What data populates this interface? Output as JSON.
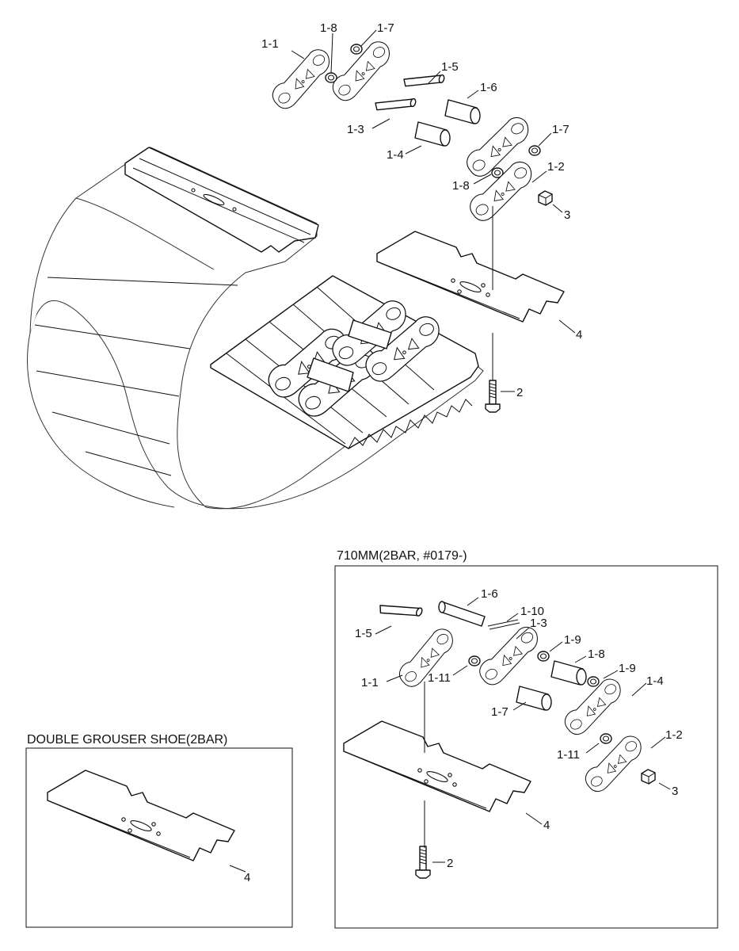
{
  "main_labels": [
    "1-1",
    "1-8",
    "1-7",
    "1-5",
    "1-6",
    "1-3",
    "1-4",
    "1-7",
    "1-8",
    "1-2",
    "3",
    "4",
    "2"
  ],
  "box_710": {
    "title": "710MM(2BAR, #0179-)",
    "labels": [
      "1-6",
      "1-10",
      "1-5",
      "1-3",
      "1-9",
      "1-8",
      "1-9",
      "1-1",
      "1-11",
      "1-4",
      "1-7",
      "1-2",
      "1-11",
      "3",
      "4",
      "2"
    ]
  },
  "box_double": {
    "title": "DOUBLE GROUSER SHOE(2BAR)",
    "labels": [
      "4"
    ]
  }
}
